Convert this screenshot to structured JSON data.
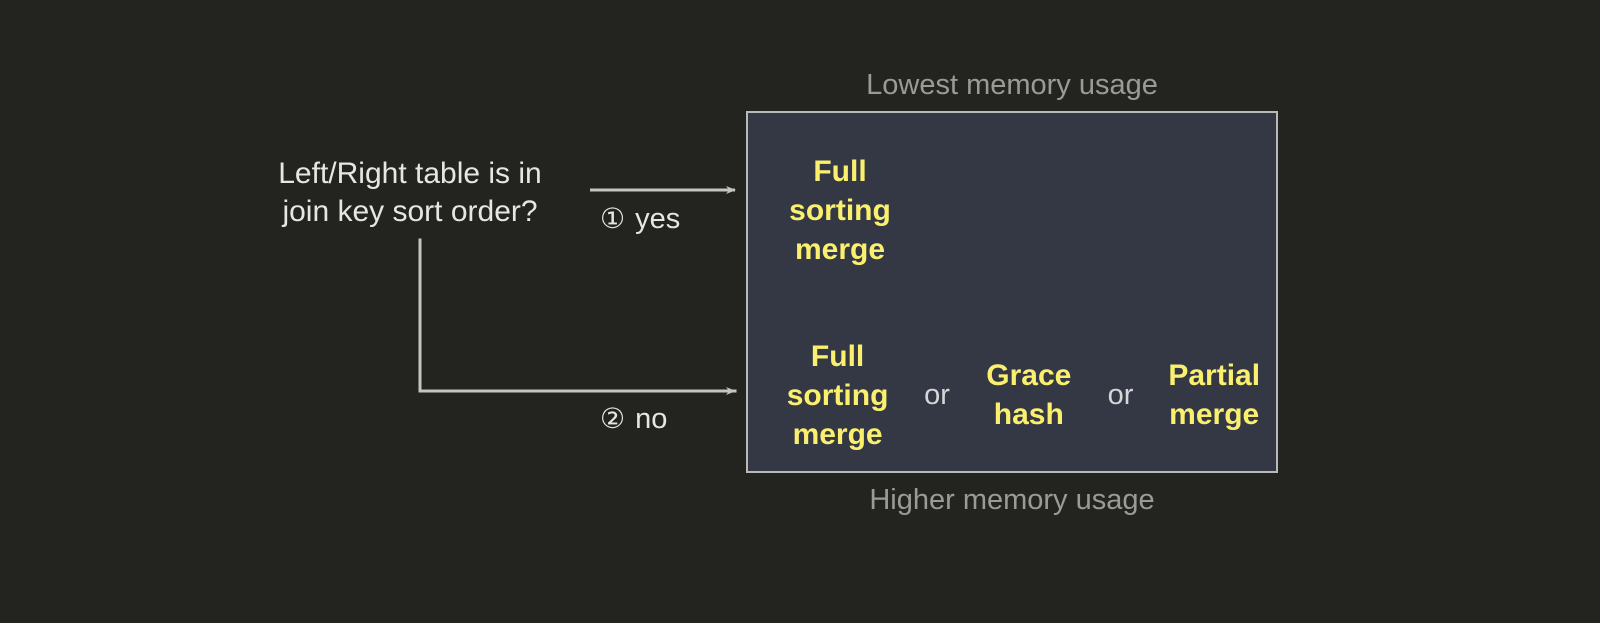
{
  "theme": {
    "background": "#232320",
    "panel_fill": "#343845",
    "panel_border": "#b9b9b7",
    "accent_yellow": "#faf06e",
    "text_light": "#e6e6e4",
    "text_muted": "#9a9a98",
    "connector": "#c4c4c2"
  },
  "decision": {
    "question": "Left/Right table is in\njoin key sort order?"
  },
  "branches": [
    {
      "marker": "①",
      "label": "yes"
    },
    {
      "marker": "②",
      "label": "no"
    }
  ],
  "captions": {
    "top": "Lowest memory usage",
    "bottom": "Higher memory usage"
  },
  "panel": {
    "rows": [
      {
        "name": "sorted-input-result",
        "options": [
          {
            "text": "Full\nsorting\nmerge"
          }
        ],
        "separators": []
      },
      {
        "name": "unsorted-input-result",
        "options": [
          {
            "text": "Full\nsorting\nmerge"
          },
          {
            "text": "Grace\nhash"
          },
          {
            "text": "Partial\nmerge"
          }
        ],
        "separators": [
          "or",
          "or"
        ]
      }
    ]
  }
}
